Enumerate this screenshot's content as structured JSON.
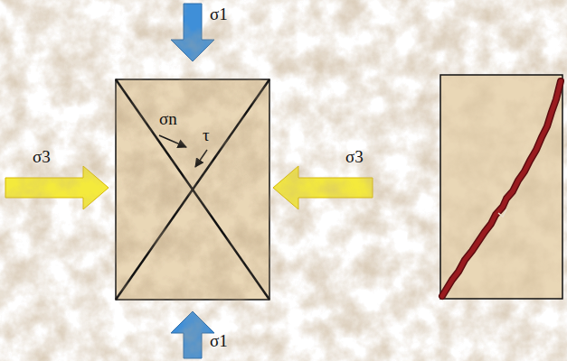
{
  "diagram": {
    "labels": [
      "σ1",
      "σ3",
      "σn",
      "τ",
      "σ3",
      "σ1"
    ]
  }
}
